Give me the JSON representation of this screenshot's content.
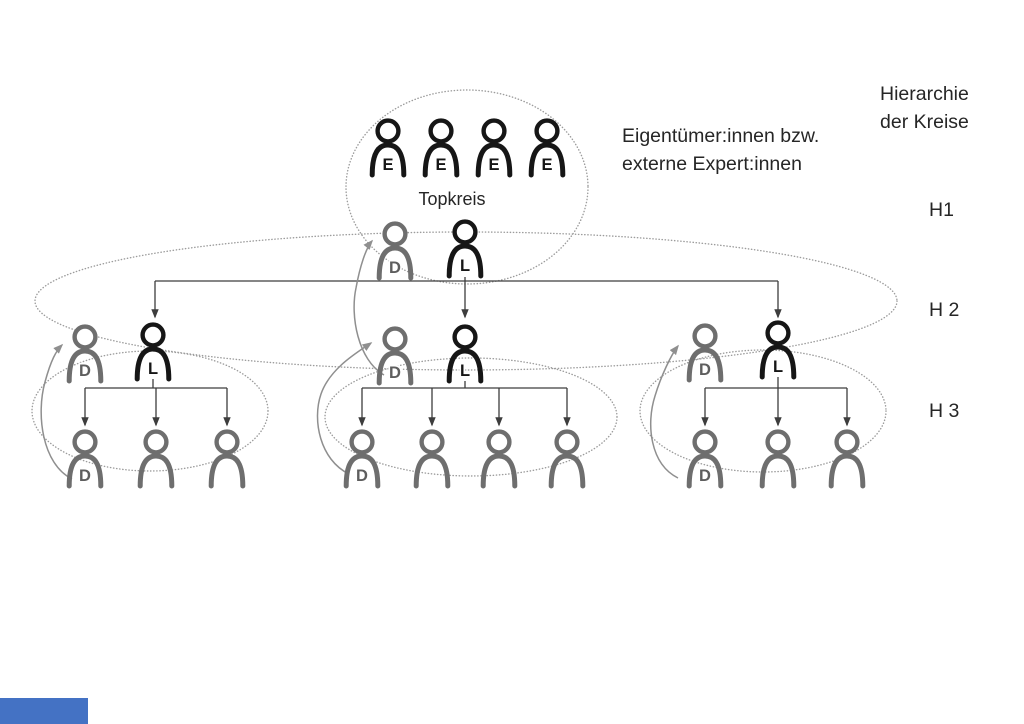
{
  "diagram": {
    "topkreis_label": "Topkreis",
    "note_line1": "Eigentümer:innen bzw.",
    "note_line2": "externe Expert:innen",
    "hierarchy_title_line1": "Hierarchie",
    "hierarchy_title_line2": "der Kreise",
    "levels": [
      {
        "label": "H1"
      },
      {
        "label": "H 2"
      },
      {
        "label": "H 3"
      }
    ],
    "roles": {
      "expert": "E",
      "delegate": "D",
      "leader": "L"
    },
    "colors": {
      "figure_black": "#161616",
      "figure_gray": "#6e6e6e",
      "connector": "#3d3d3d",
      "link_arrow": "#8f8f8f",
      "circle_outline": "#9c9c9c",
      "accent_blue": "#4472c4",
      "background": "#ffffff"
    }
  }
}
